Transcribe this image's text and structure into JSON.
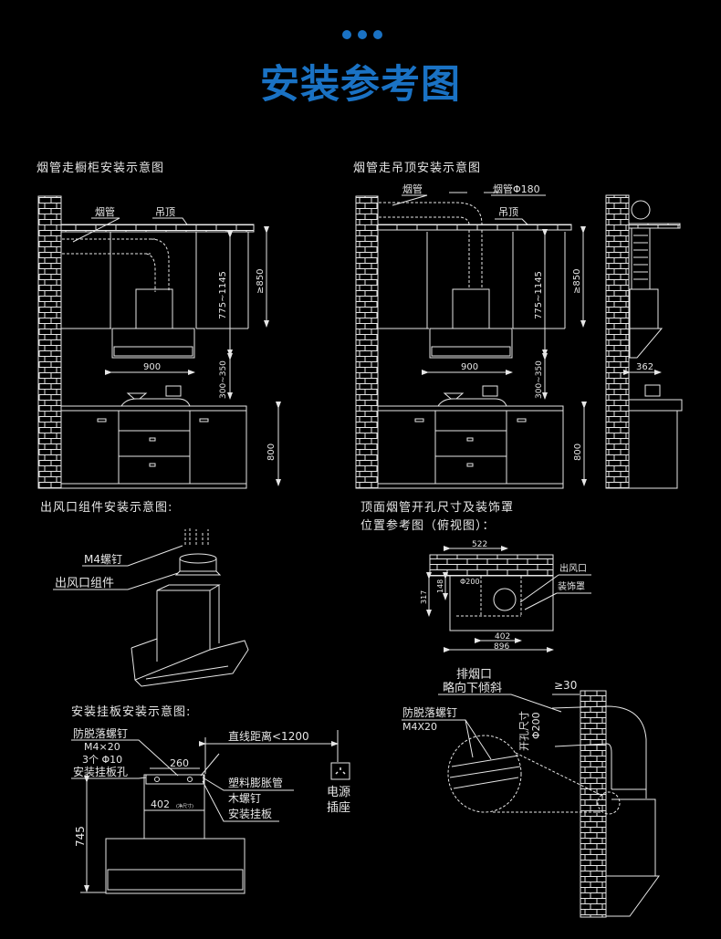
{
  "header": {
    "title": "安装参考图",
    "accent_color": "#1a72c4"
  },
  "diagrams": {
    "cabinet_route": {
      "caption": "烟管走橱柜安装示意图",
      "labels": {
        "duct": "烟管",
        "ceiling": "吊顶"
      },
      "dims": {
        "hood_to_ceiling": "775~1145",
        "cabinet_height": "≥850",
        "hood_width": "900",
        "hood_to_stove": "300~350",
        "counter_height": "800"
      }
    },
    "ceiling_route": {
      "caption": "烟管走吊顶安装示意图",
      "labels": {
        "duct": "烟管",
        "duct_diameter": "烟管Φ180",
        "ceiling": "吊顶"
      },
      "dims": {
        "hood_to_ceiling": "775~1145",
        "cabinet_height": "≥850",
        "hood_width": "900",
        "hood_to_stove": "300~350",
        "counter_height": "800"
      }
    },
    "side_view": {
      "dims": {
        "depth": "362"
      }
    },
    "outlet_assembly": {
      "caption": "出风口组件安装示意图:",
      "labels": {
        "screw": "M4螺钉",
        "outlet": "出风口组件"
      }
    },
    "top_view": {
      "caption_line1": "顶面烟管开孔尺寸及装饰罩",
      "caption_line2": "位置参考图（俯视图）：",
      "labels": {
        "outlet": "出风口",
        "cover": "装饰罩",
        "hole": "Φ200"
      },
      "dims": {
        "offset_x": "522",
        "offset_y1": "148",
        "offset_y2": "317",
        "cover_width": "402",
        "total_width": "896"
      }
    },
    "mount_plate": {
      "caption": "安装挂板安装示意图:",
      "labels": {
        "anti_drop_screw": "防脱落螺钉",
        "screw_spec": "M4×20",
        "holes": "3个 Φ10",
        "plate_holes": "安装挂板孔",
        "distance": "直线距离<1200",
        "plastic_anchor": "塑料膨胀管",
        "wood_screw": "木螺钉",
        "plate": "安装挂板",
        "socket_line1": "电源",
        "socket_line2": "插座",
        "net_size": "(净尺寸)"
      },
      "dims": {
        "hole_spacing": "260",
        "cover_width": "402",
        "height": "745"
      }
    },
    "wall_exhaust": {
      "labels": {
        "exhaust_line1": "排烟口",
        "exhaust_line2": "略向下倾斜",
        "anti_drop_screw": "防脱落螺钉",
        "screw_spec": "M4X20",
        "hole_label": "开孔尺寸",
        "hole_size": "Φ200"
      },
      "dims": {
        "overhang": "≥30"
      }
    }
  }
}
